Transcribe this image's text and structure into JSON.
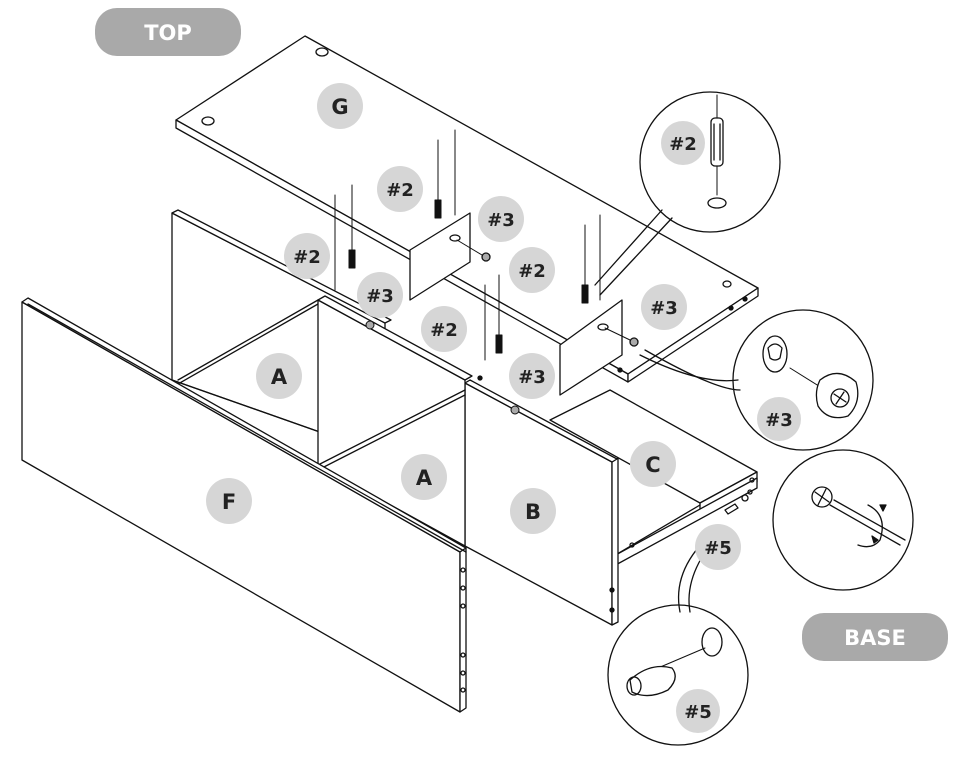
{
  "orientation_labels": {
    "top": "TOP",
    "base": "BASE"
  },
  "panel_labels": {
    "top_panel": "G",
    "left_divider": "A",
    "middle_divider": "A",
    "right_divider": "B",
    "bottom_panel": "C",
    "back_panel": "F"
  },
  "hardware_callouts": {
    "dowel_1": "#2",
    "dowel_2": "#2",
    "dowel_3": "#2",
    "dowel_4": "#2",
    "cam_lock_1": "#3",
    "cam_lock_2": "#3",
    "cam_lock_3": "#3",
    "cam_lock_4": "#3",
    "cam_bolt": "#5"
  },
  "detail_callouts": {
    "dowel_detail": "#2",
    "cam_lock_detail": "#3",
    "cam_bolt_detail": "#5"
  },
  "colors": {
    "line": "#111111",
    "badge_fill": "#d6d6d6",
    "pill_fill": "#a9a9a9",
    "badge_text": "#222222",
    "pill_text": "#ffffff"
  }
}
